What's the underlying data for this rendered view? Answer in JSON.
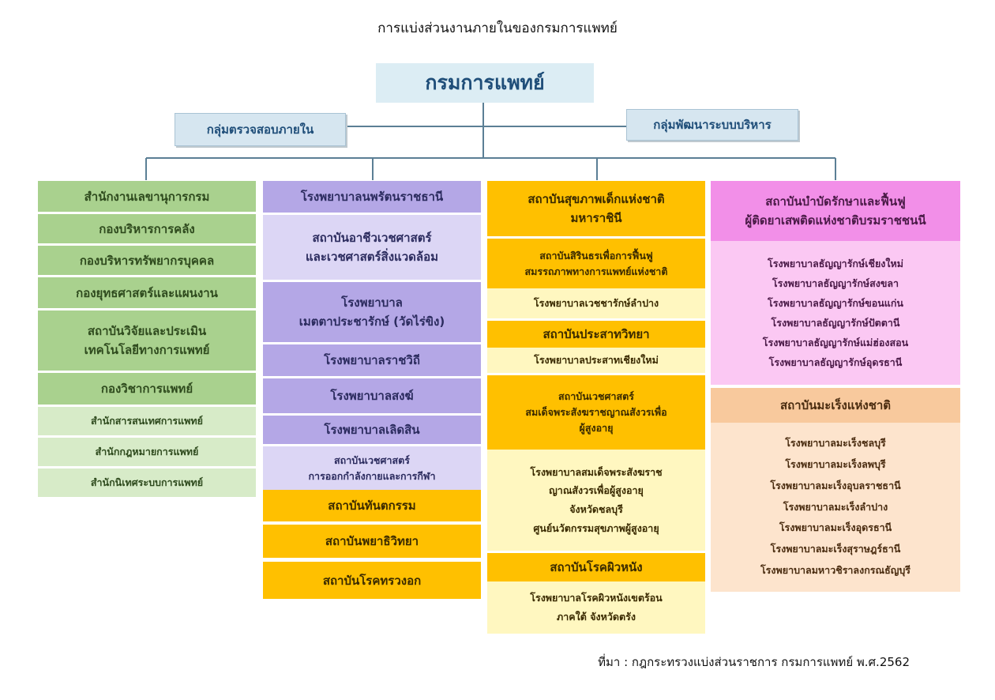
{
  "title": "การแบ่งส่วนงานภายในของกรมการแพทย์",
  "top": "กรมการแพทย์",
  "staff_left": "กลุ่มตรวจสอบภายใน",
  "staff_right": "กลุ่มพัฒนาระบบบริหาร",
  "col1": {
    "main": [
      "สำนักงานเลขานุการกรม",
      "กองบริหารการคลัง",
      "กองบริหารทรัพยากรบุคคล",
      "กองยุทธศาสตร์และแผนงาน"
    ],
    "institute": [
      "สถาบันวิจัยและประเมิน",
      "เทคโนโลยีทางการแพทย์"
    ],
    "academic": "กองวิชาการแพทย์",
    "sub": [
      "สำนักสารสนเทศการแพทย์",
      "สำนักกฎหมายการแพทย์",
      "สำนักนิเทศระบบการแพทย์"
    ]
  },
  "col2": {
    "nopparat": "โรงพยาบาลนพรัตนราชธานี",
    "occupational": [
      "สถาบันอาชีวเวชศาสตร์",
      "และเวชศาสตร์สิ่งแวดล้อม"
    ],
    "metta": [
      "โรงพยาบาล",
      "เมตตาประชารักษ์ (วัดไร่ขิง)"
    ],
    "rajavithi": "โรงพยาบาลราชวิถี",
    "songkhla": "โรงพยาบาลสงฆ์",
    "lerdsin": "โรงพยาบาลเลิดสิน",
    "sport": [
      "สถาบันเวชศาสตร์",
      "การออกกำลังกายและการกีฬา"
    ],
    "dental": "สถาบันทันตกรรม",
    "pathology": "สถาบันพยาธิวิทยา",
    "chest": "สถาบันโรคทรวงอก"
  },
  "col3": {
    "child": [
      "สถาบันสุขภาพเด็กแห่งชาติ",
      "มหาราชินี"
    ],
    "sirindhorn": [
      "สถาบันสิรินธรเพื่อการฟื้นฟู",
      "สมรรถภาพทางการแพทย์แห่งชาติ"
    ],
    "lampang": "โรงพยาบาลเวชชารักษ์ลำปาง",
    "neuro": "สถาบันประสาทวิทยา",
    "neuro_cm": "โรงพยาบาลประสาทเชียงใหม่",
    "geriatric": [
      "สถาบันเวชศาสตร์",
      "สมเด็จพระสังฆราชญาณสังวรเพื่อ",
      "ผู้สูงอายุ"
    ],
    "geriatric_sub": [
      "โรงพยาบาลสมเด็จพระสังฆราช",
      "ญาณสังวรเพื่อผู้สูงอายุ",
      "จังหวัดชลบุรี",
      "ศูนย์นวัตกรรมสุขภาพผู้สูงอายุ"
    ],
    "skin": "สถาบันโรคผิวหนัง",
    "skin_sub": [
      "โรงพยาบาลโรคผิวหนังเขตร้อน",
      "ภาคใต้ จังหวัดตรัง"
    ]
  },
  "col4": {
    "thanyarak": [
      "สถาบันบำบัดรักษาและฟื้นฟู",
      "ผู้ติดยาเสพติดแห่งชาติบรมราชชนนี"
    ],
    "thanyarak_sub": [
      "โรงพยาบาลธัญญารักษ์เชียงใหม่",
      "โรงพยาบาลธัญญารักษ์สงขลา",
      "โรงพยาบาลธัญญารักษ์ขอนแก่น",
      "โรงพยาบาลธัญญารักษ์ปัตตานี",
      "โรงพยาบาลธัญญารักษ์แม่ฮ่องสอน",
      "โรงพยาบาลธัญญารักษ์อุดรธานี"
    ],
    "cancer": "สถาบันมะเร็งแห่งชาติ",
    "cancer_sub": [
      "โรงพยาบาลมะเร็งชลบุรี",
      "โรงพยาบาลมะเร็งลพบุรี",
      "โรงพยาบาลมะเร็งอุบลราชธานี",
      "โรงพยาบาลมะเร็งลำปาง",
      "โรงพยาบาลมะเร็งอุดรธานี",
      "โรงพยาบาลมะเร็งสุราษฎร์ธานี",
      "โรงพยาบาลมหาวชิราลงกรณธัญบุรี"
    ]
  },
  "source": "ที่มา : กฎกระทรวงแบ่งส่วนราชการ กรมการแพทย์ พ.ศ.2562"
}
